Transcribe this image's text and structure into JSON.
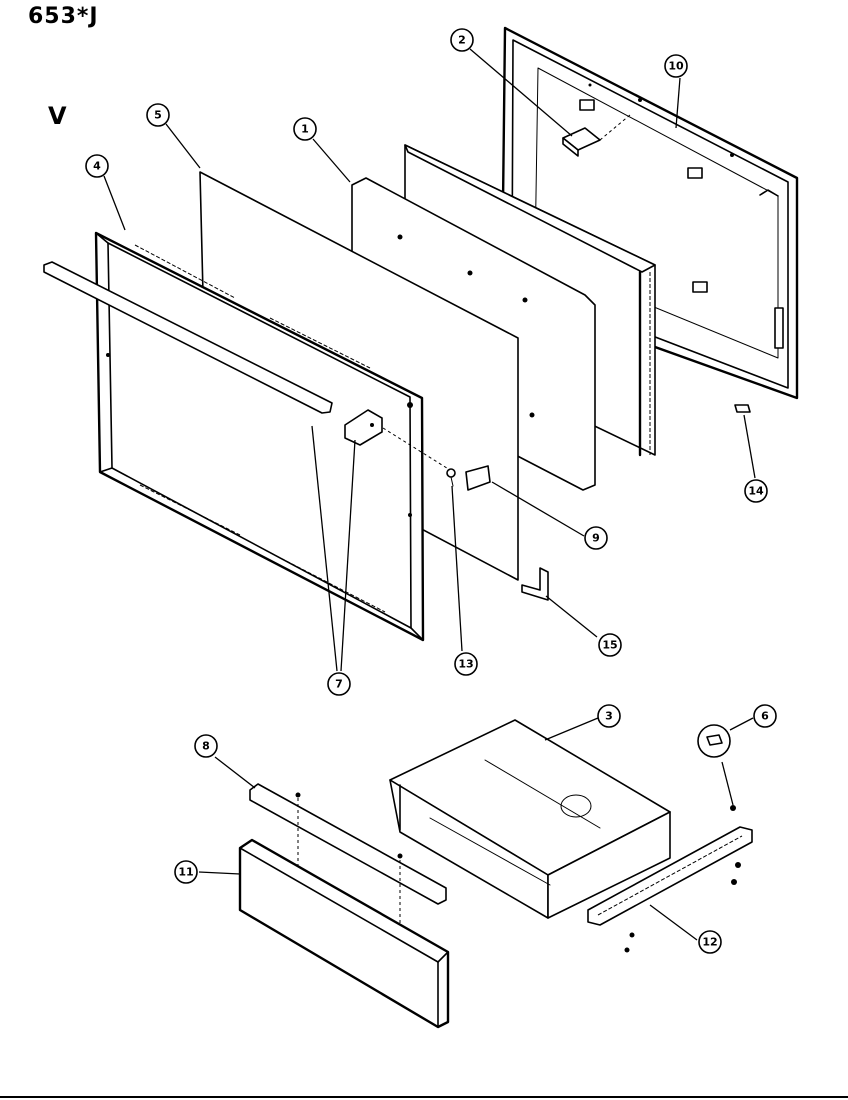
{
  "header": {
    "model": "653*J",
    "view": "V"
  },
  "callouts": [
    {
      "id": "c1",
      "label": "1"
    },
    {
      "id": "c2",
      "label": "2"
    },
    {
      "id": "c3",
      "label": "3"
    },
    {
      "id": "c4",
      "label": "4"
    },
    {
      "id": "c5",
      "label": "5"
    },
    {
      "id": "c6",
      "label": "6"
    },
    {
      "id": "c7",
      "label": "7"
    },
    {
      "id": "c8",
      "label": "8"
    },
    {
      "id": "c9",
      "label": "9"
    },
    {
      "id": "c10",
      "label": "10"
    },
    {
      "id": "c11",
      "label": "11"
    },
    {
      "id": "c12",
      "label": "12"
    },
    {
      "id": "c13",
      "label": "13"
    },
    {
      "id": "c14",
      "label": "14"
    },
    {
      "id": "c15",
      "label": "15"
    }
  ]
}
